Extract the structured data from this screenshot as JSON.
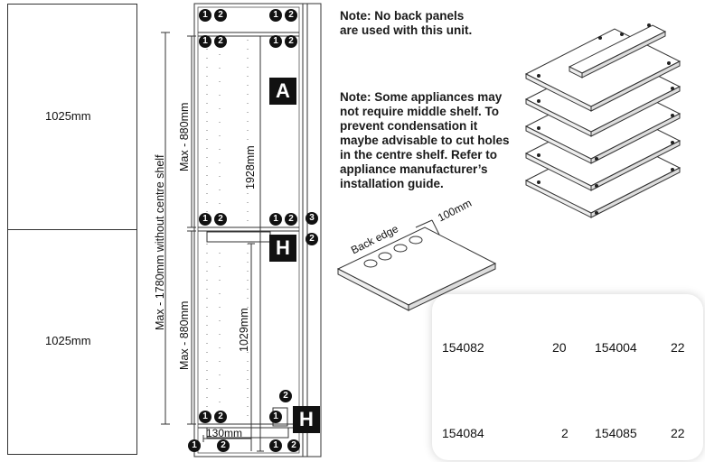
{
  "left_panel": {
    "upper_height": "1025mm",
    "lower_height": "1025mm"
  },
  "dimensions": {
    "max_total": "Max - 1780mm without centre shelf",
    "max_upper": "Max - 880mm",
    "max_lower": "Max - 880mm",
    "upper_inner": "1928mm",
    "lower_inner": "1029mm",
    "bottom_offset": "130mm"
  },
  "markers": {
    "one": "1",
    "two": "2",
    "three": "3",
    "section_a": "A",
    "section_h": "H"
  },
  "notes": {
    "no_back_panel": [
      "Note: No back panels",
      "are used with this unit."
    ],
    "middle_shelf": [
      "Note: Some appliances may",
      "not require middle shelf. To",
      "prevent condensation it",
      "maybe advisable to cut holes",
      "in the centre shelf. Refer to",
      "appliance manufacturer’s",
      "installation guide."
    ]
  },
  "shelf_detail": {
    "back_edge": "Back edge",
    "offset": "100mm"
  },
  "parts": [
    {
      "code": "154082",
      "qty": "20",
      "icon": "cam-bolt-short-icon"
    },
    {
      "code": "154004",
      "qty": "22",
      "icon": "wooden-dowel-icon"
    },
    {
      "code": "154084",
      "qty": "2",
      "icon": "cam-bolt-long-icon"
    },
    {
      "code": "154085",
      "qty": "22",
      "icon": "cam-lock-icon"
    }
  ]
}
